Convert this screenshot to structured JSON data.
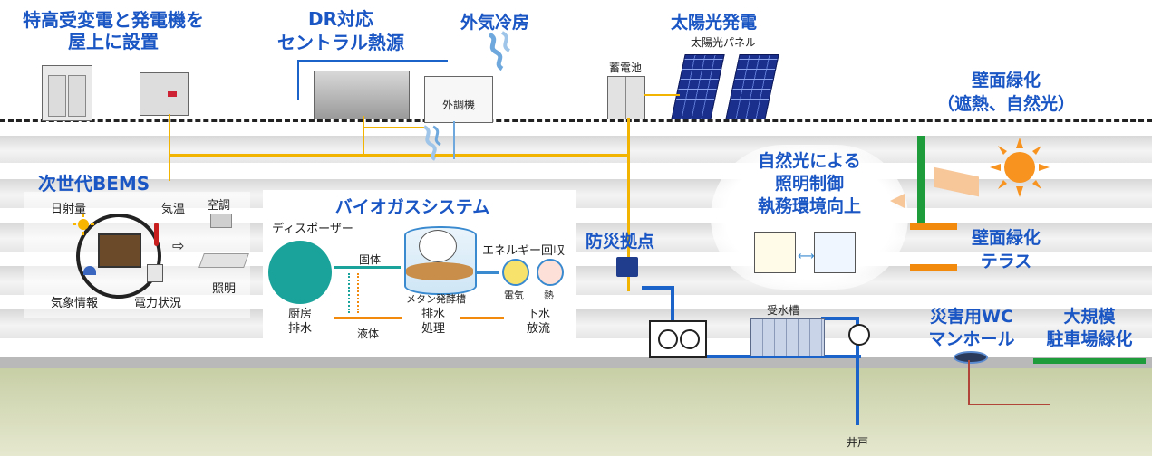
{
  "titles": {
    "substation": [
      "特高受変電と発電機を",
      "屋上に設置"
    ],
    "dr": [
      "DR対応",
      "セントラル熱源"
    ],
    "outside_cooling": "外気冷房",
    "solar": "太陽光発電",
    "wall_green": [
      "壁面緑化",
      "（遮熱、自然光）"
    ],
    "bems": "次世代BEMS",
    "biogas": "バイオガスシステム",
    "disaster": "防災拠点",
    "natural_light": [
      "自然光による",
      "照明制御",
      "執務環境向上"
    ],
    "wall_terrace": [
      "壁面緑化",
      "テラス"
    ],
    "wc": [
      "災害用WC",
      "マンホール"
    ],
    "parking": [
      "大規模",
      "駐車場緑化"
    ]
  },
  "labels": {
    "solar_panel": "太陽光パネル",
    "battery": "蓄電池",
    "outdoor_unit": "外調機",
    "sunlight": "日射量",
    "temperature": "気温",
    "aircon": "空調",
    "lighting": "照明",
    "weather": "気象情報",
    "power": "電力状況",
    "disposer": "ディスポーザー",
    "solid": "固体",
    "liquid": "液体",
    "methane": "メタン発酵槽",
    "energy_recovery": "エネルギー回収",
    "electric": "電気",
    "heat": "熱",
    "kitchen": [
      "厨房",
      "排水"
    ],
    "drain_treat": [
      "排水",
      "処理"
    ],
    "sewer": [
      "下水",
      "放流"
    ],
    "water_tank": "受水槽",
    "well": "井戸"
  },
  "colors": {
    "title_blue": "#1a56c4",
    "power_line": "#f2b400",
    "water_line": "#1b63c9",
    "green": "#1e9b3b",
    "orange": "#f28b0d",
    "teal": "#1aa39a"
  }
}
